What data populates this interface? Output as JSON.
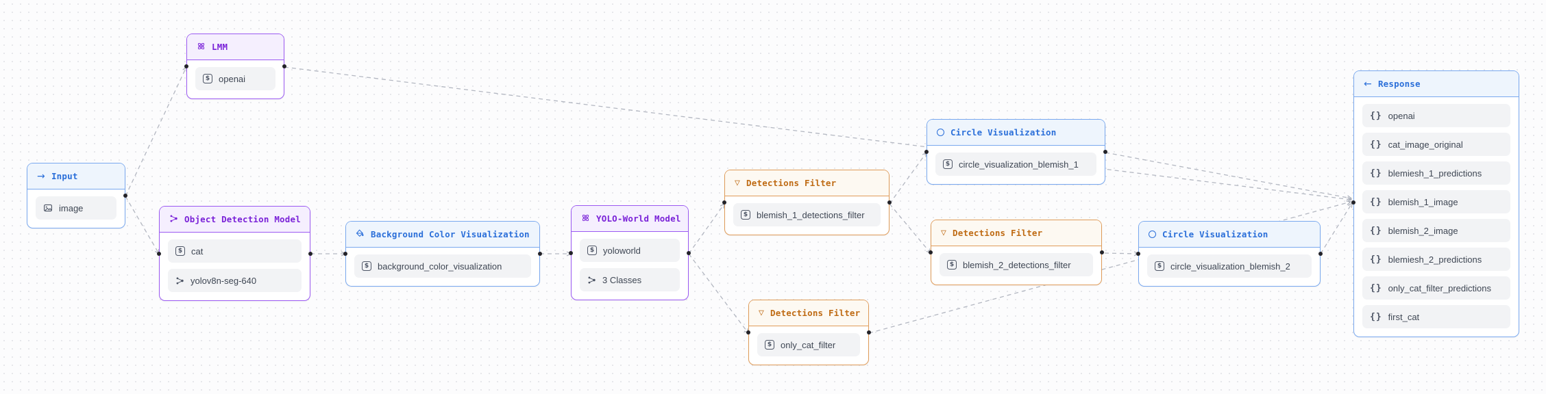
{
  "app": {
    "type": "workflow-editor-canvas"
  },
  "palette": {
    "purple_border": "#9b59f2",
    "purple_header_bg": "#f5effe",
    "purple_title": "#7a22d8",
    "blue_border": "#79a8ef",
    "blue_header_bg": "#eef5fd",
    "blue_title": "#2b6fd9",
    "orange_border": "#df9b58",
    "orange_header_bg": "#fdf9f2",
    "orange_title": "#bf6b14",
    "pill_bg": "#f2f3f5",
    "pill_text": "#3e4653",
    "edge_color": "#b3b7c1",
    "port_color": "#232329",
    "canvas_bg": "#fcfcfd",
    "grid_dot": "#e5e6ea"
  },
  "nodes": {
    "input": {
      "title": "Input",
      "icon": "arrow-right-icon",
      "color": "blue",
      "items": [
        {
          "icon": "image-icon",
          "label": "image"
        }
      ]
    },
    "lmm": {
      "title": "LMM",
      "icon": "atom-icon",
      "color": "purple",
      "items": [
        {
          "icon": "string-icon",
          "label": "openai"
        }
      ]
    },
    "object_detection_model": {
      "title": "Object Detection Model",
      "icon": "network-icon",
      "color": "purple",
      "items": [
        {
          "icon": "string-icon",
          "label": "cat"
        },
        {
          "icon": "network-icon",
          "label": "yolov8n-seg-640"
        }
      ]
    },
    "background_color_visualization": {
      "title": "Background Color Visualization",
      "icon": "paint-bucket-icon",
      "color": "blue",
      "items": [
        {
          "icon": "string-icon",
          "label": "background_color_visualization"
        }
      ]
    },
    "yolo_world_model": {
      "title": "YOLO-World Model",
      "icon": "atom-icon",
      "color": "purple",
      "items": [
        {
          "icon": "string-icon",
          "label": "yoloworld"
        },
        {
          "icon": "network-icon",
          "label": "3 Classes"
        }
      ]
    },
    "detections_filter_blemish_1": {
      "title": "Detections Filter",
      "icon": "funnel-icon",
      "color": "orange",
      "items": [
        {
          "icon": "string-icon",
          "label": "blemish_1_detections_filter"
        }
      ]
    },
    "circle_visualization_blemish_1": {
      "title": "Circle Visualization",
      "icon": "circle-icon",
      "color": "blue",
      "items": [
        {
          "icon": "string-icon",
          "label": "circle_visualization_blemish_1"
        }
      ]
    },
    "detections_filter_blemish_2": {
      "title": "Detections Filter",
      "icon": "funnel-icon",
      "color": "orange",
      "items": [
        {
          "icon": "string-icon",
          "label": "blemish_2_detections_filter"
        }
      ]
    },
    "circle_visualization_blemish_2": {
      "title": "Circle Visualization",
      "icon": "circle-icon",
      "color": "blue",
      "items": [
        {
          "icon": "string-icon",
          "label": "circle_visualization_blemish_2"
        }
      ]
    },
    "detections_filter_only_cat": {
      "title": "Detections Filter",
      "icon": "funnel-icon",
      "color": "orange",
      "items": [
        {
          "icon": "string-icon",
          "label": "only_cat_filter"
        }
      ]
    },
    "response": {
      "title": "Response",
      "icon": "arrow-left-icon",
      "color": "blue",
      "items": [
        {
          "icon": "braces-icon",
          "label": "openai"
        },
        {
          "icon": "braces-icon",
          "label": "cat_image_original"
        },
        {
          "icon": "braces-icon",
          "label": "blemiesh_1_predictions"
        },
        {
          "icon": "braces-icon",
          "label": "blemish_1_image"
        },
        {
          "icon": "braces-icon",
          "label": "blemish_2_image"
        },
        {
          "icon": "braces-icon",
          "label": "blemiesh_2_predictions"
        },
        {
          "icon": "braces-icon",
          "label": "only_cat_filter_predictions"
        },
        {
          "icon": "braces-icon",
          "label": "first_cat"
        }
      ]
    }
  },
  "edges": [
    {
      "from": "input",
      "to": "lmm"
    },
    {
      "from": "input",
      "to": "object_detection_model"
    },
    {
      "from": "lmm",
      "to": "response"
    },
    {
      "from": "object_detection_model",
      "to": "background_color_visualization"
    },
    {
      "from": "background_color_visualization",
      "to": "yolo_world_model"
    },
    {
      "from": "yolo_world_model",
      "to": "detections_filter_blemish_1"
    },
    {
      "from": "yolo_world_model",
      "to": "detections_filter_only_cat"
    },
    {
      "from": "detections_filter_blemish_1",
      "to": "circle_visualization_blemish_1"
    },
    {
      "from": "detections_filter_blemish_1",
      "to": "detections_filter_blemish_2"
    },
    {
      "from": "detections_filter_blemish_2",
      "to": "circle_visualization_blemish_2"
    },
    {
      "from": "circle_visualization_blemish_1",
      "to": "response"
    },
    {
      "from": "circle_visualization_blemish_2",
      "to": "response"
    },
    {
      "from": "detections_filter_only_cat",
      "to": "response"
    }
  ]
}
